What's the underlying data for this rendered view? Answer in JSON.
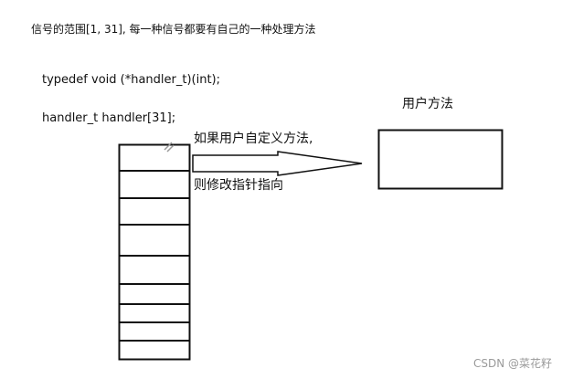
{
  "heading": "信号的范围[1, 31], 每一种信号都要有自己的一种处理方法",
  "code": {
    "typedef_line": "typedef void (*handler_t)(int);",
    "array_line": "handler_t handler[31];"
  },
  "annotation": {
    "line1": "如果用户自定义方法,",
    "line2": "则修改指针指向"
  },
  "user_method_label": "用户方法",
  "watermark": "CSDN @菜花籽",
  "colors": {
    "stroke": "#111111",
    "watermark": "#9a9a9a"
  }
}
